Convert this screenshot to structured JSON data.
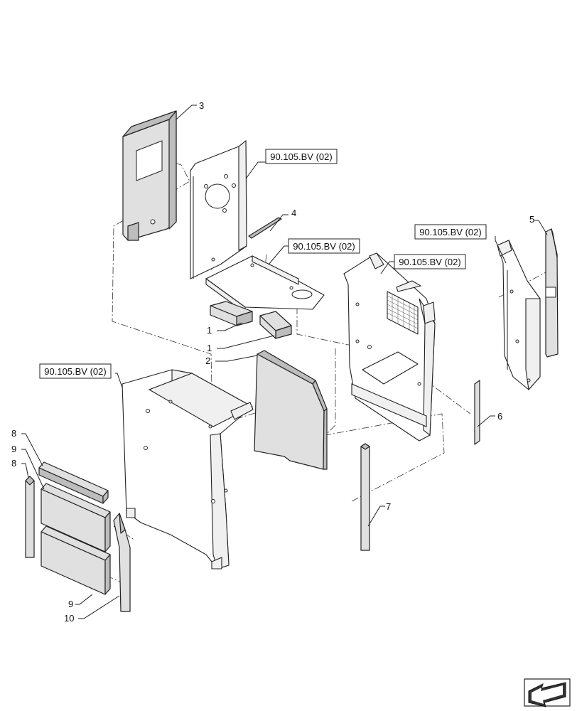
{
  "callouts": {
    "c1a": "1",
    "c1b": "1",
    "c2": "2",
    "c3": "3",
    "c4": "4",
    "c5": "5",
    "c6": "6",
    "c7": "7",
    "c8a": "8",
    "c8b": "8",
    "c9a": "9",
    "c9b": "9",
    "c10": "10"
  },
  "references": {
    "ref_top": "90.105.BV (02)",
    "ref_mid_left": "90.105.BV (02)",
    "ref_mid_right": "90.105.BV (02)",
    "ref_right": "90.105.BV (02)",
    "ref_left": "90.105.BV (02)"
  },
  "icons": {
    "navigation": "arrow-icon"
  }
}
